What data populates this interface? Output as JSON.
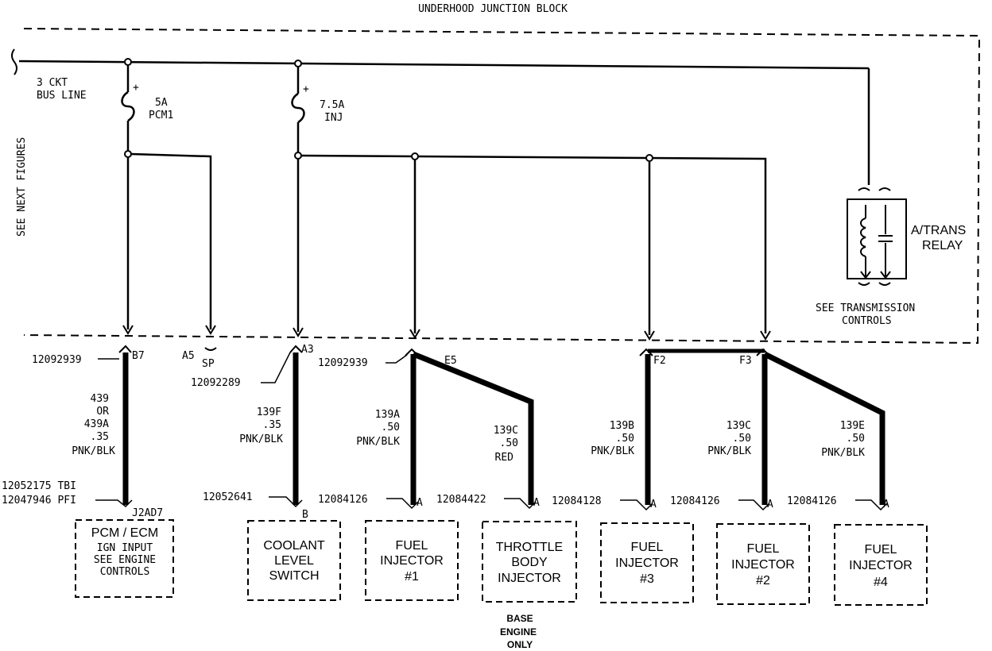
{
  "title": "UNDERHOOD JUNCTION BLOCK",
  "side_label": "SEE NEXT FIGURES",
  "bus": {
    "line1": "3 CKT",
    "line2": "BUS LINE"
  },
  "fuses": [
    {
      "plus": "+",
      "rating": "5A",
      "name": "PCM1"
    },
    {
      "plus": "+",
      "rating": "7.5A",
      "name": "INJ"
    }
  ],
  "relay": {
    "line1": "A/TRANS",
    "line2": "RELAY",
    "note1": "SEE TRANSMISSION",
    "note2": "CONTROLS"
  },
  "pins": {
    "b7": "B7",
    "a5": "A5",
    "sp": "SP",
    "a3": "A3",
    "e5": "E5",
    "f2": "F2",
    "f3": "F3"
  },
  "connectors": {
    "pcm_top": "12092939",
    "a3": "12092289",
    "inj_top": "12092939",
    "pcm_bottom1": "12052175 TBI",
    "pcm_bottom2": "12047946 PFI",
    "coolant": "12052641",
    "inj1": "12084126",
    "tbi": "12084422",
    "inj3": "12084128",
    "inj2": "12084126",
    "inj4": "12084126"
  },
  "wires": {
    "pcm": [
      "439",
      "OR",
      "439A",
      ".35",
      "PNK/BLK"
    ],
    "coolant": [
      "139F",
      ".35",
      "PNK/BLK"
    ],
    "inj1": [
      "139A",
      ".50",
      "PNK/BLK"
    ],
    "tbi": [
      "139C",
      ".50",
      "RED"
    ],
    "inj3": [
      "139B",
      ".50",
      "PNK/BLK"
    ],
    "inj2": [
      "139C",
      ".50",
      "PNK/BLK"
    ],
    "inj4": [
      "139E",
      ".50",
      "PNK/BLK"
    ]
  },
  "cavities": {
    "pcm": "J2AD7",
    "coolant": "B",
    "inj1": "A",
    "tbi": "A",
    "inj3": "A",
    "inj2": "A",
    "inj4": "A"
  },
  "components": {
    "pcm": [
      "PCM / ECM",
      "IGN INPUT",
      "SEE ENGINE",
      "CONTROLS"
    ],
    "coolant": [
      "COOLANT",
      "LEVEL",
      "SWITCH"
    ],
    "inj1": [
      "FUEL",
      "INJECTOR",
      "#1"
    ],
    "tbi": [
      "THROTTLE",
      "BODY",
      "INJECTOR"
    ],
    "inj3": [
      "FUEL",
      "INJECTOR",
      "#3"
    ],
    "inj2": [
      "FUEL",
      "INJECTOR",
      "#2"
    ],
    "inj4": [
      "FUEL",
      "INJECTOR",
      "#4"
    ]
  },
  "tbi_note": [
    "BASE",
    "ENGINE",
    "ONLY"
  ]
}
